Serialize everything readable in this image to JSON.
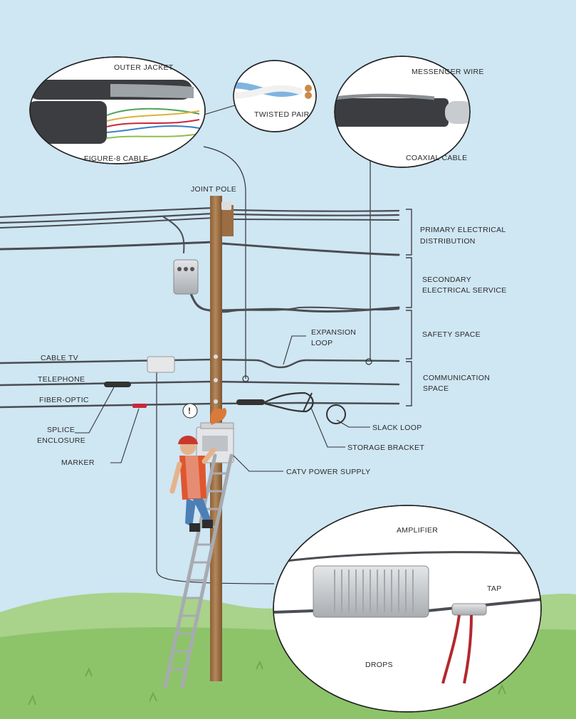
{
  "labels": {
    "outer_jacket": "OUTER JACKET",
    "figure8_cable": "FIGURE-8 CABLE",
    "twisted_pair": "TWISTED PAIR",
    "messenger_wire": "MESSENGER WIRE",
    "coaxial_cable": "COAXIAL CABLE",
    "joint_pole": "JOINT POLE",
    "primary_1": "PRIMARY ELECTRICAL",
    "primary_2": "DISTRIBUTION",
    "secondary_1": "SECONDARY",
    "secondary_2": "ELECTRICAL SERVICE",
    "safety_space": "SAFETY SPACE",
    "expansion_1": "EXPANSION",
    "expansion_2": "LOOP",
    "communication_1": "COMMUNICATION",
    "communication_2": "SPACE",
    "cable_tv": "CABLE TV",
    "telephone": "TELEPHONE",
    "fiber_optic": "FIBER-OPTIC",
    "splice_1": "SPLICE",
    "splice_2": "ENCLOSURE",
    "marker": "MARKER",
    "slack_loop": "SLACK LOOP",
    "storage_bracket": "STORAGE BRACKET",
    "catv_power_supply": "CATV POWER SUPPLY",
    "amplifier": "AMPLIFIER",
    "tap": "TAP",
    "drops": "DROPS",
    "alert": "!"
  },
  "colors": {
    "sky": "#cfe6f3",
    "grass": "#8dc46a",
    "hills": "#a9d28a",
    "pole": "#a87a4f",
    "cable": "#4a4d52",
    "drop_wire": "#b3282d",
    "vest": "#e0562f",
    "hardhat": "#c9382e",
    "jeans": "#4b7fb6",
    "squirrel": "#d97a3a",
    "marker": "#c8283a"
  }
}
